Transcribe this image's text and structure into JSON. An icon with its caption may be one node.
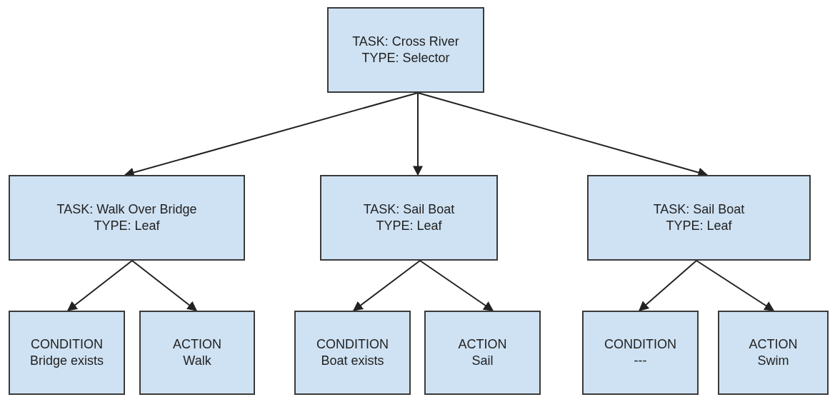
{
  "diagram": {
    "nodes": [
      {
        "text": [
          "TASK: Cross River",
          "TYPE: Selector"
        ]
      },
      {
        "text": [
          "TASK: Walk Over Bridge",
          "TYPE: Leaf"
        ]
      },
      {
        "text": [
          "TASK: Sail Boat",
          "TYPE: Leaf"
        ]
      },
      {
        "text": [
          "TASK: Sail Boat",
          "TYPE: Leaf"
        ]
      },
      {
        "text": [
          "CONDITION",
          "Bridge exists"
        ]
      },
      {
        "text": [
          "ACTION",
          "Walk"
        ]
      },
      {
        "text": [
          "CONDITION",
          "Boat exists"
        ]
      },
      {
        "text": [
          "ACTION",
          "Sail"
        ]
      },
      {
        "text": [
          "CONDITION",
          "---"
        ]
      },
      {
        "text": [
          "ACTION",
          "Swim"
        ]
      }
    ],
    "edges": [
      {
        "from": 0,
        "to": 1,
        "arrow": "to"
      },
      {
        "from": 0,
        "to": 2,
        "arrow": "to"
      },
      {
        "from": 0,
        "to": 3,
        "arrow": "to"
      },
      {
        "from": 1,
        "to": 4,
        "arrow": "to"
      },
      {
        "from": 1,
        "to": 5,
        "arrow": "to"
      },
      {
        "from": 2,
        "to": 6,
        "arrow": "to"
      },
      {
        "from": 2,
        "to": 7,
        "arrow": "to"
      },
      {
        "from": 3,
        "to": 8,
        "arrow": "to"
      },
      {
        "from": 3,
        "to": 9,
        "arrow": "to"
      }
    ]
  }
}
